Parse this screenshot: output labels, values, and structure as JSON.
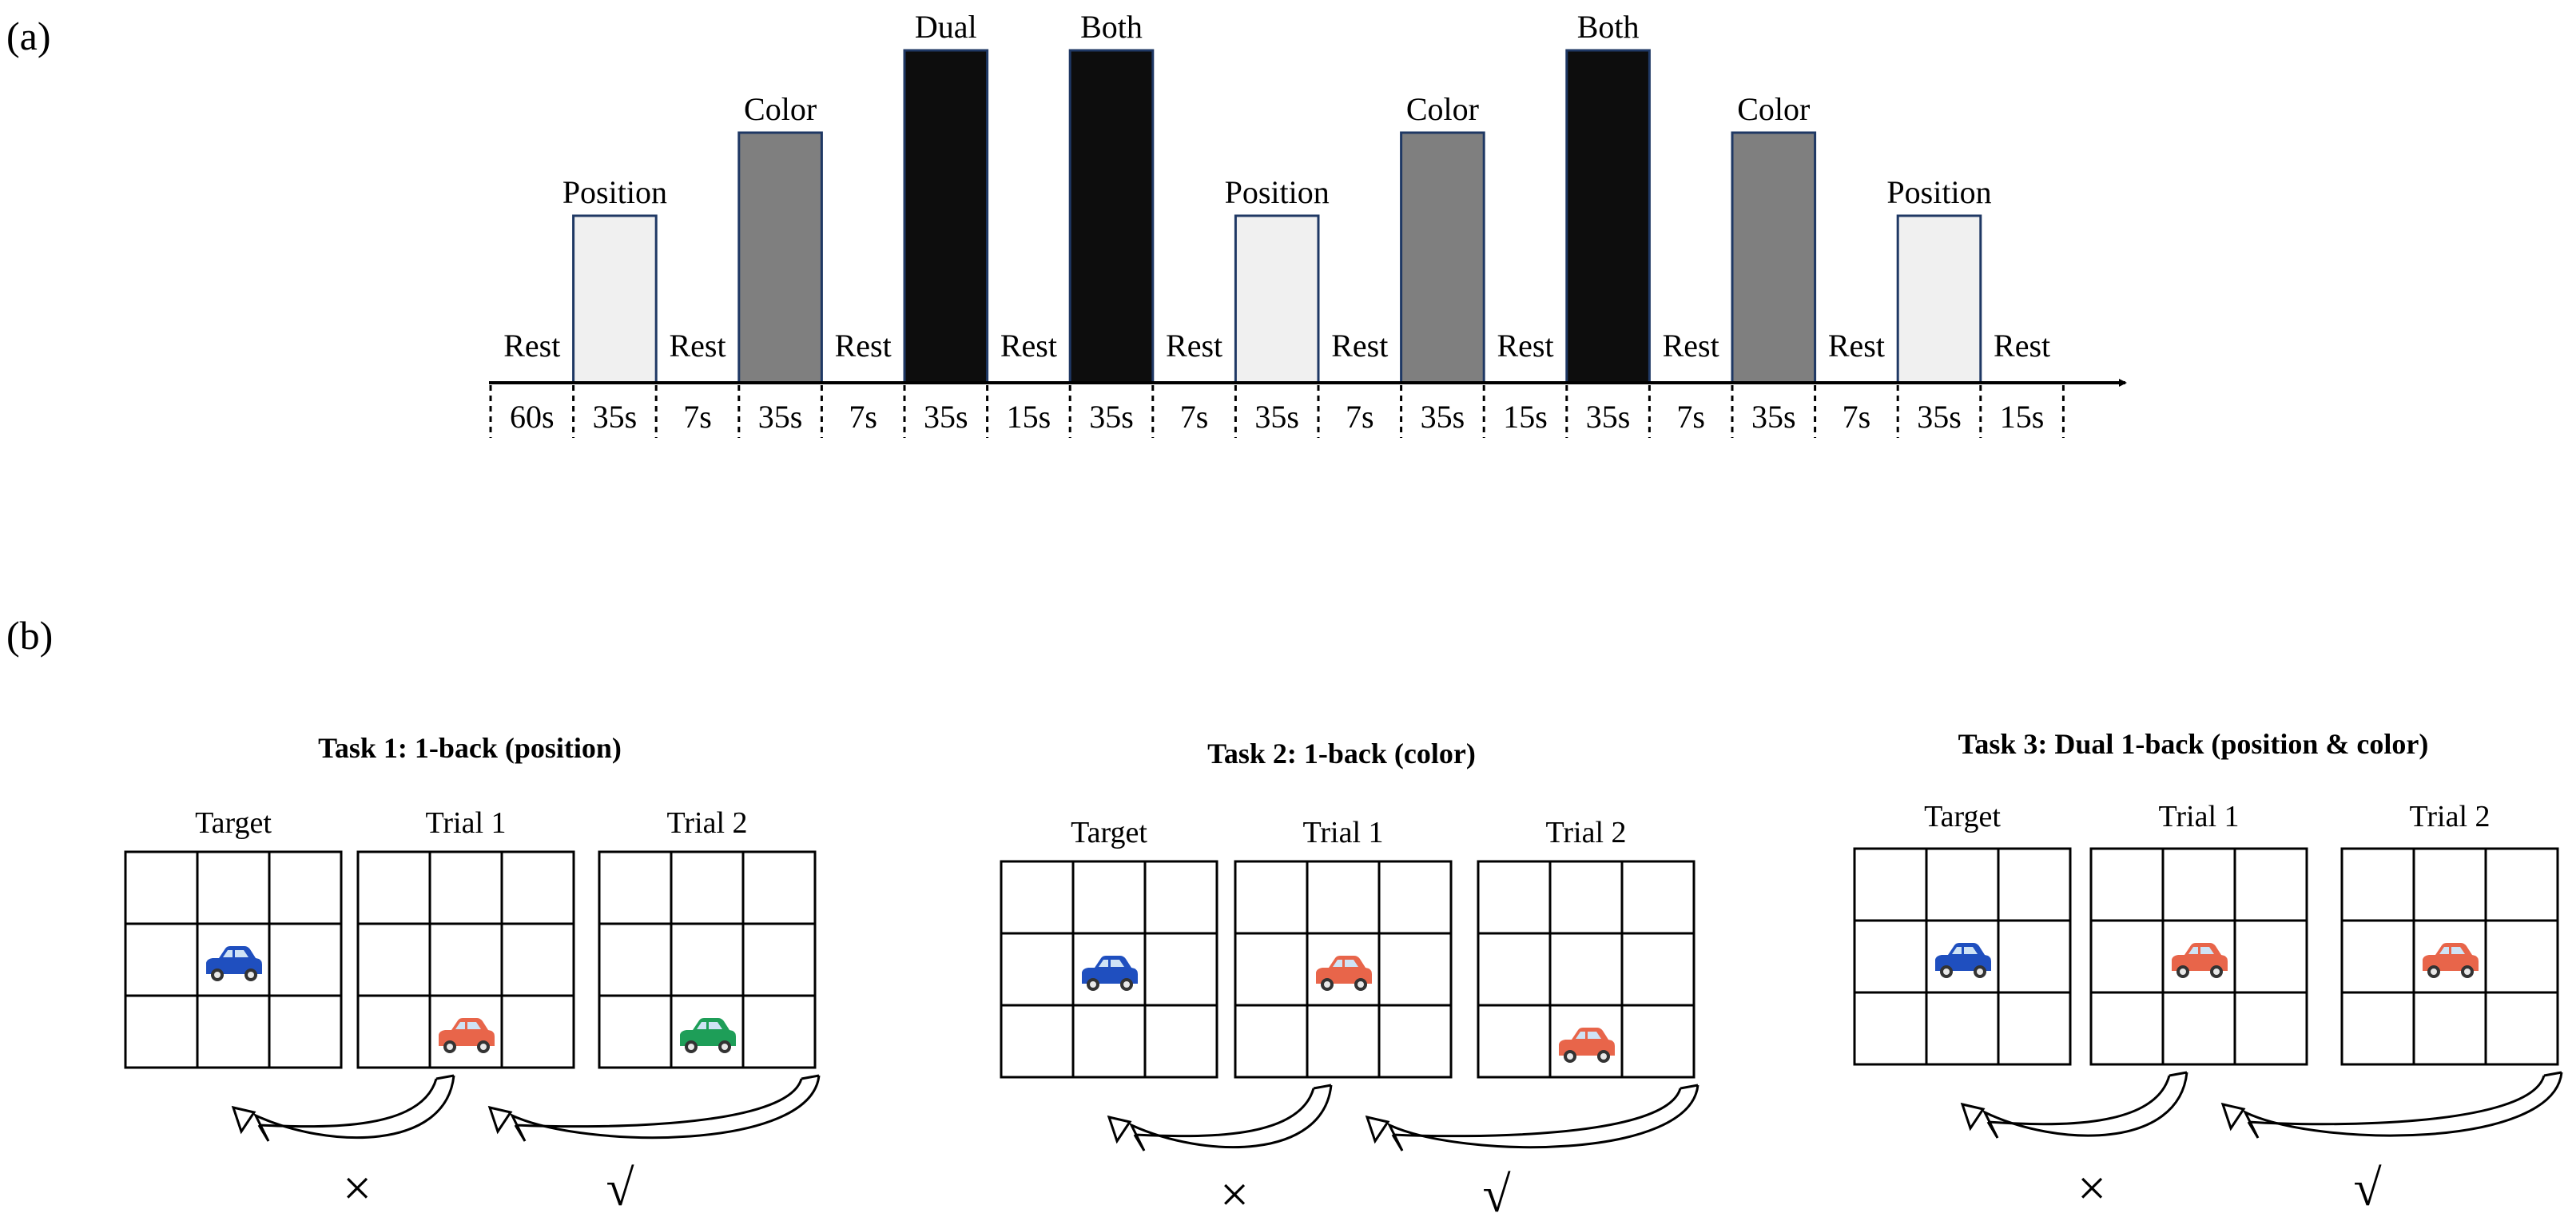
{
  "panel_a": {
    "label": "(a)",
    "block_colors": {
      "rest": "#ffffff",
      "position": "#f0f0f0",
      "color": "#7f7f7f",
      "dual": "#0d0d0d",
      "both": "#0d0d0d",
      "border": "#1f3864"
    },
    "segments": [
      {
        "kind": "rest",
        "label": "Rest",
        "duration": "60s"
      },
      {
        "kind": "position",
        "label": "Position",
        "duration": "35s"
      },
      {
        "kind": "rest",
        "label": "Rest",
        "duration": "7s"
      },
      {
        "kind": "color",
        "label": "Color",
        "duration": "35s"
      },
      {
        "kind": "rest",
        "label": "Rest",
        "duration": "7s"
      },
      {
        "kind": "dual",
        "label": "Dual",
        "duration": "35s"
      },
      {
        "kind": "rest",
        "label": "Rest",
        "duration": "15s"
      },
      {
        "kind": "both",
        "label": "Both",
        "duration": "35s"
      },
      {
        "kind": "rest",
        "label": "Rest",
        "duration": "7s"
      },
      {
        "kind": "position",
        "label": "Position",
        "duration": "35s"
      },
      {
        "kind": "rest",
        "label": "Rest",
        "duration": "7s"
      },
      {
        "kind": "color",
        "label": "Color",
        "duration": "35s"
      },
      {
        "kind": "rest",
        "label": "Rest",
        "duration": "15s"
      },
      {
        "kind": "both",
        "label": "Both",
        "duration": "35s"
      },
      {
        "kind": "rest",
        "label": "Rest",
        "duration": "7s"
      },
      {
        "kind": "color",
        "label": "Color",
        "duration": "35s"
      },
      {
        "kind": "rest",
        "label": "Rest",
        "duration": "7s"
      },
      {
        "kind": "position",
        "label": "Position",
        "duration": "35s"
      },
      {
        "kind": "rest",
        "label": "Rest",
        "duration": "15s"
      }
    ]
  },
  "panel_b": {
    "label": "(b)",
    "car_colors": {
      "blue": "#1f4fbf",
      "red": "#e8654a",
      "green": "#1e9e58"
    },
    "tasks": [
      {
        "title": "Task 1: 1-back (position)",
        "grids": [
          {
            "label": "Target",
            "car": {
              "row": 1,
              "col": 1,
              "color": "blue"
            }
          },
          {
            "label": "Trial 1",
            "car": {
              "row": 2,
              "col": 1,
              "color": "red"
            }
          },
          {
            "label": "Trial 2",
            "car": {
              "row": 2,
              "col": 1,
              "color": "green"
            }
          }
        ],
        "marks": [
          "×",
          "√"
        ]
      },
      {
        "title": "Task 2: 1-back (color)",
        "grids": [
          {
            "label": "Target",
            "car": {
              "row": 1,
              "col": 1,
              "color": "blue"
            }
          },
          {
            "label": "Trial 1",
            "car": {
              "row": 1,
              "col": 1,
              "color": "red"
            }
          },
          {
            "label": "Trial 2",
            "car": {
              "row": 2,
              "col": 1,
              "color": "red"
            }
          }
        ],
        "marks": [
          "×",
          "√"
        ]
      },
      {
        "title": "Task 3: Dual 1-back (position & color)",
        "grids": [
          {
            "label": "Target",
            "car": {
              "row": 1,
              "col": 1,
              "color": "blue"
            }
          },
          {
            "label": "Trial 1",
            "car": {
              "row": 1,
              "col": 1,
              "color": "red"
            }
          },
          {
            "label": "Trial 2",
            "car": {
              "row": 1,
              "col": 1,
              "color": "red"
            }
          }
        ],
        "marks": [
          "×",
          "√"
        ]
      }
    ]
  }
}
